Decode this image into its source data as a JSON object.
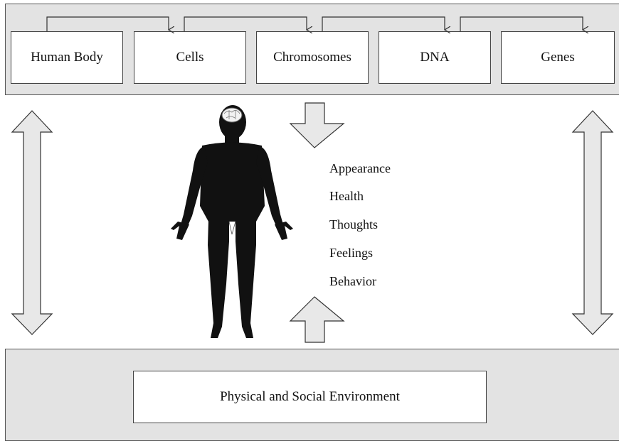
{
  "chain": [
    {
      "label": "Human Body"
    },
    {
      "label": "Cells"
    },
    {
      "label": "Chromosomes"
    },
    {
      "label": "DNA"
    },
    {
      "label": "Genes"
    }
  ],
  "traits": [
    "Appearance",
    "Health",
    "Thoughts",
    "Feelings",
    "Behavior"
  ],
  "environment": {
    "label": "Physical and Social Environment"
  },
  "colors": {
    "band": "#e3e3e3",
    "arrow_fill": "#e8e8e8",
    "figure": "#111111"
  },
  "icons": [
    "human-silhouette",
    "brain-icon",
    "double-arrow",
    "down-arrow",
    "up-arrow"
  ]
}
